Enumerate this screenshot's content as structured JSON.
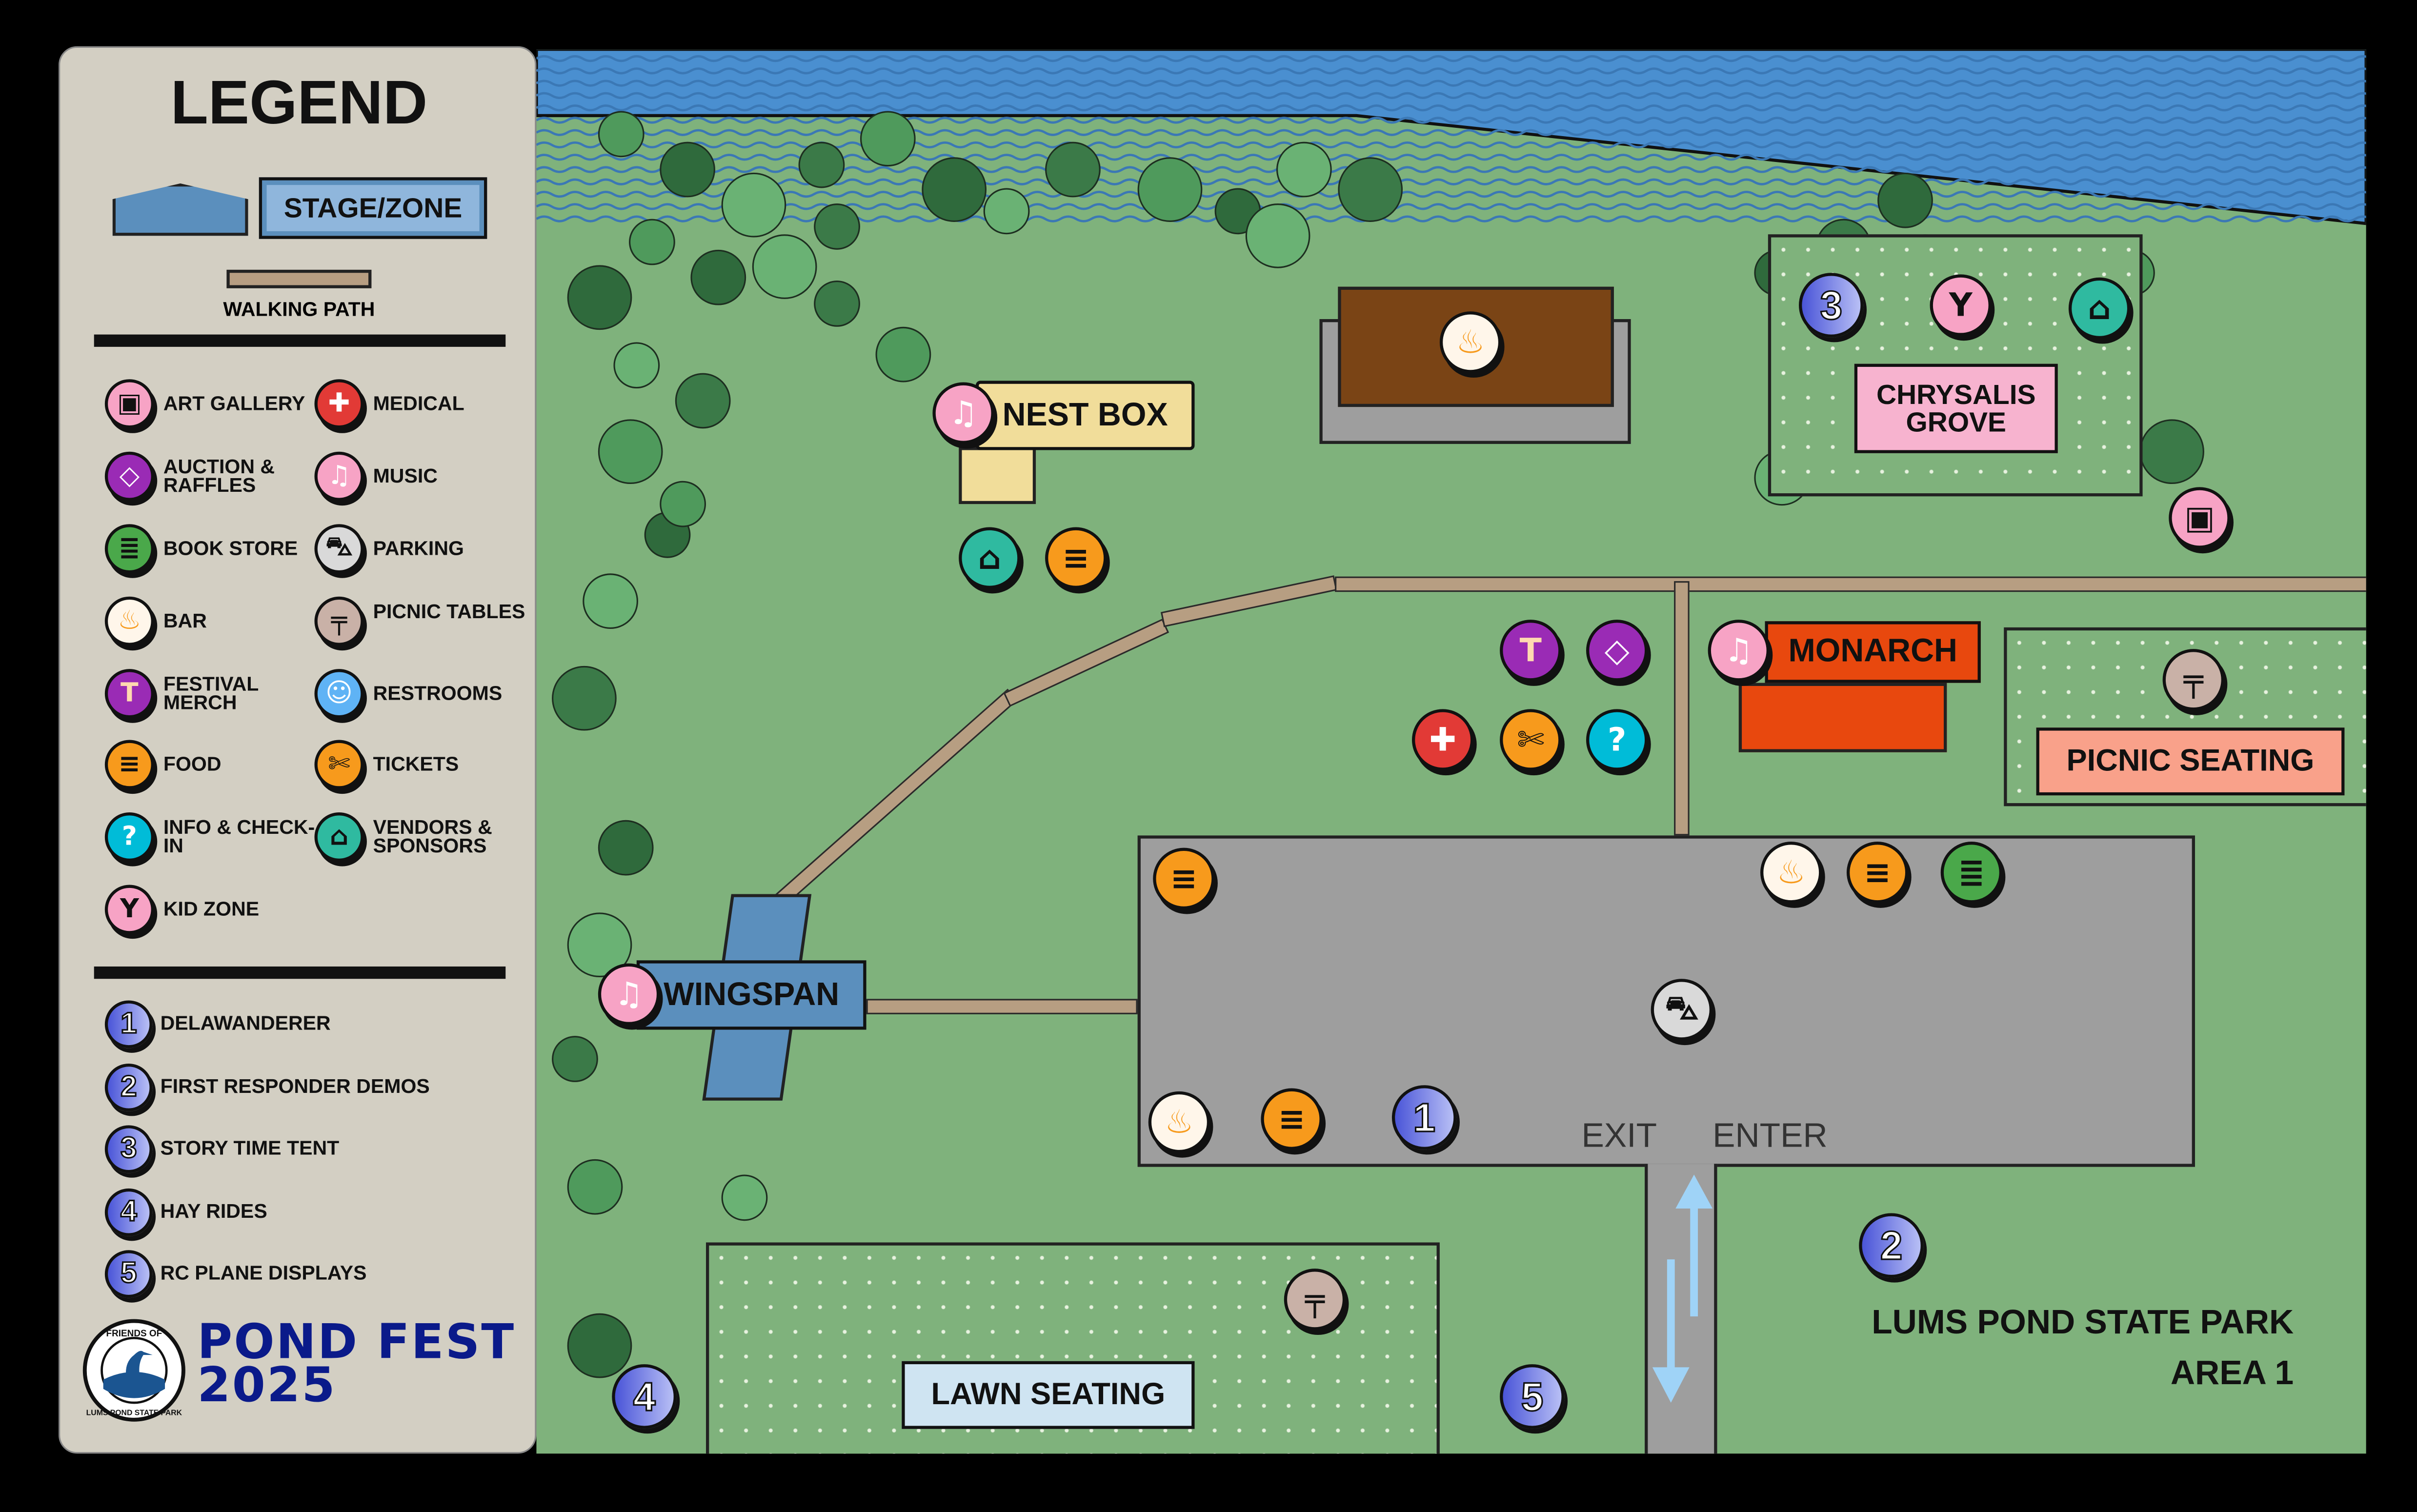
{
  "legend": {
    "title": "LEGEND",
    "stage_zone_label": "STAGE/ZONE",
    "walking_path_label": "WALKING PATH",
    "items": [
      {
        "label": "ART GALLERY",
        "icon": "art-gallery-icon",
        "color": "#f7a3c5"
      },
      {
        "label": "MEDICAL",
        "icon": "medical-icon",
        "color": "#e23a36"
      },
      {
        "label": "AUCTION & RAFFLES",
        "icon": "diamond-icon",
        "color": "#9a2bb5"
      },
      {
        "label": "MUSIC",
        "icon": "music-icon",
        "color": "#f7a3c5"
      },
      {
        "label": "BOOK STORE",
        "icon": "books-icon",
        "color": "#4aa84a"
      },
      {
        "label": "PARKING",
        "icon": "car-icon",
        "color": "#d9d9d9"
      },
      {
        "label": "BAR",
        "icon": "beer-icon",
        "color": "#fff6ea"
      },
      {
        "label": "PICNIC TABLES",
        "icon": "picnic-table-icon",
        "color": "#c9b1a7"
      },
      {
        "label": "FESTIVAL MERCH",
        "icon": "tshirt-icon",
        "color": "#9a2bb5"
      },
      {
        "label": "RESTROOMS",
        "icon": "restroom-icon",
        "color": "#5fb3f5"
      },
      {
        "label": "FOOD",
        "icon": "food-icon",
        "color": "#f79a1c"
      },
      {
        "label": "TICKETS",
        "icon": "ticket-icon",
        "color": "#f79a1c"
      },
      {
        "label": "INFO & CHECK-IN",
        "icon": "info-icon",
        "color": "#00bcd8"
      },
      {
        "label": "VENDORS & SPONSORS",
        "icon": "shopping-bag-icon",
        "color": "#2fbaa0"
      },
      {
        "label": "KID ZONE",
        "icon": "kid-icon",
        "color": "#f7a3c5"
      }
    ],
    "numbered": [
      {
        "number": "1",
        "label": "DELAWANDERER"
      },
      {
        "number": "2",
        "label": "FIRST RESPONDER DEMOS"
      },
      {
        "number": "3",
        "label": "STORY TIME TENT"
      },
      {
        "number": "4",
        "label": "HAY RIDES"
      },
      {
        "number": "5",
        "label": "RC PLANE DISPLAYS"
      }
    ],
    "logo_text": "FRIENDS OF LUMS POND STATE PARK",
    "event_title_line1": "POND FEST",
    "event_title_line2": "2025"
  },
  "map": {
    "stages": {
      "nest_box": "NEST BOX",
      "monarch": "MONARCH",
      "wingspan": "WINGSPAN",
      "chrysalis_grove": "CHRYSALIS GROVE"
    },
    "zones": {
      "picnic_seating": "PICNIC SEATING",
      "lawn_seating": "LAWN SEATING"
    },
    "parking": {
      "exit": "EXIT",
      "enter": "ENTER"
    },
    "park_name": "LUMS POND STATE PARK",
    "area": "AREA 1",
    "numbers": [
      "1",
      "2",
      "3",
      "4",
      "5"
    ]
  },
  "colors": {
    "grass": "#7fb27c",
    "water": "#4a8fd0",
    "parking_lot": "#9e9e9e",
    "path": "#b79e82",
    "legend_bg": "#d3cfc3",
    "title_blue": "#0a1a8a",
    "monarch": "#e8480e",
    "wingspan": "#5b8fbd",
    "nest_box": "#f1dd9a"
  }
}
